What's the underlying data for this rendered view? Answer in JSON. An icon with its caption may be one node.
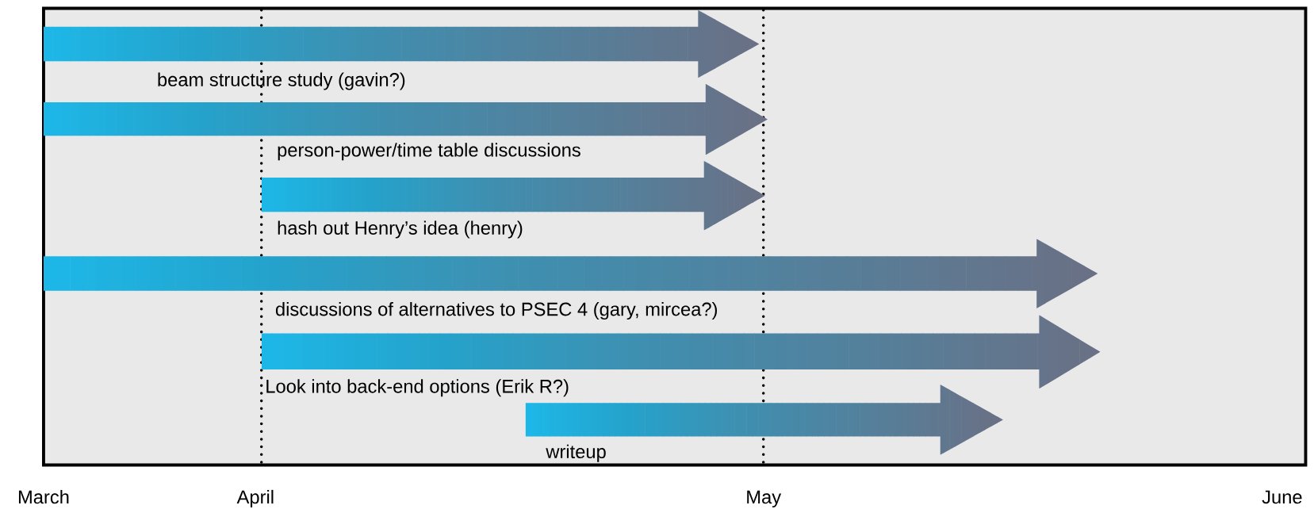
{
  "diagram": {
    "nodes": [
      {
        "text": [
          "beam structure study (gavin?)"
        ]
      },
      {
        "text": [
          "person-power/time table discussions"
        ]
      },
      {
        "text": [
          "hash out Henry’s idea (henry)"
        ]
      },
      {
        "text": [
          "discussions of alternatives to PSEC 4 (gary, mircea?)"
        ]
      },
      {
        "text": [
          "Look into back-end options (Erik R?)"
        ]
      },
      {
        "text": [
          "writeup"
        ]
      }
    ],
    "labels": [
      "March",
      "April",
      "May",
      "June"
    ]
  }
}
